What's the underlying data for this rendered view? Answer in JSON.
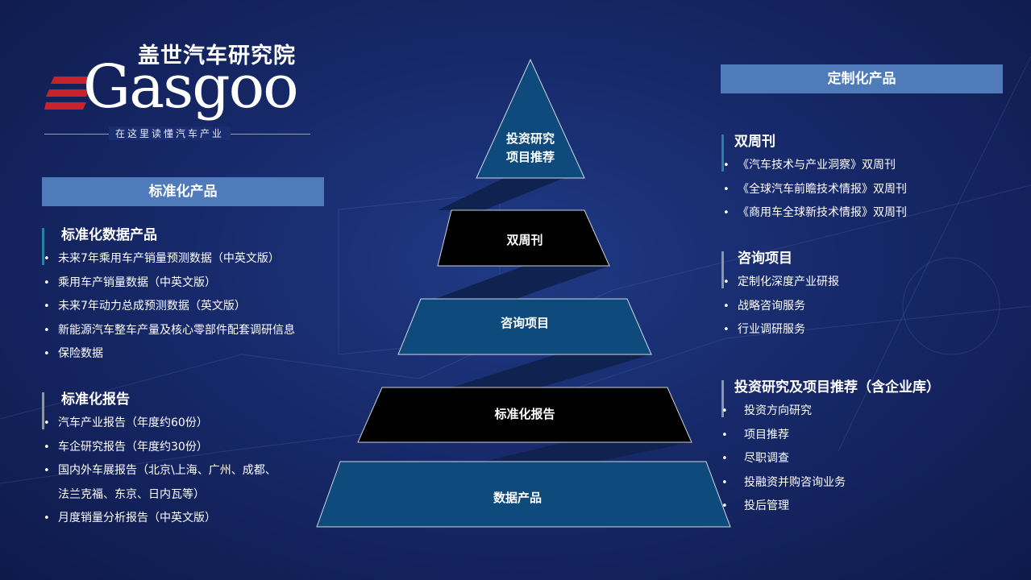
{
  "logo": {
    "name_cn": "盖世汽车研究院",
    "name_en": "Gasgoo",
    "tagline": "在这里读懂汽车产业"
  },
  "left": {
    "header": "标准化产品",
    "groups": [
      {
        "title": "标准化数据产品",
        "items": [
          "未来7年乘用车产销量预测数据（中英文版）",
          "乘用车产销量数据（中英文版）",
          "未来7年动力总成预测数据（英文版）",
          "新能源汽车整车产量及核心零部件配套调研信息",
          "保险数据"
        ]
      },
      {
        "title": "标准化报告",
        "items": [
          "汽车产业报告（年度约60份）",
          "车企研究报告（年度约30份）",
          "国内外车展报告（北京\\上海、广州、成都、",
          "法兰克福、东京、日内瓦等）",
          "月度销量分析报告（中英文版）"
        ]
      }
    ]
  },
  "pyramid": {
    "levels": [
      {
        "label": "投资研究\n项目推荐"
      },
      {
        "label": "双周刊"
      },
      {
        "label": "咨询项目"
      },
      {
        "label": "标准化报告"
      },
      {
        "label": "数据产品"
      }
    ]
  },
  "right": {
    "header": "定制化产品",
    "groups": [
      {
        "title": "双周刊",
        "items": [
          "《汽车技术与产业洞察》双周刊",
          "《全球汽车前瞻技术情报》双周刊",
          "《商用车全球新技术情报》双周刊"
        ]
      },
      {
        "title": "咨询项目",
        "items": [
          "定制化深度产业研报",
          "战略咨询服务",
          "行业调研服务"
        ]
      },
      {
        "title": "投资研究及项目推荐（含企业库）",
        "items": [
          "投资方向研究",
          "项目推荐",
          "尽职调查",
          "投融资并购咨询业务",
          "投后管理"
        ]
      }
    ]
  },
  "colors": {
    "background": "#17296a",
    "header_bar": "#4f7bbb",
    "pyramid_blue": "#0e4a7c",
    "pyramid_black": "#000000",
    "ribbon": "#0f2250",
    "stripe_red": "#c8232c"
  }
}
